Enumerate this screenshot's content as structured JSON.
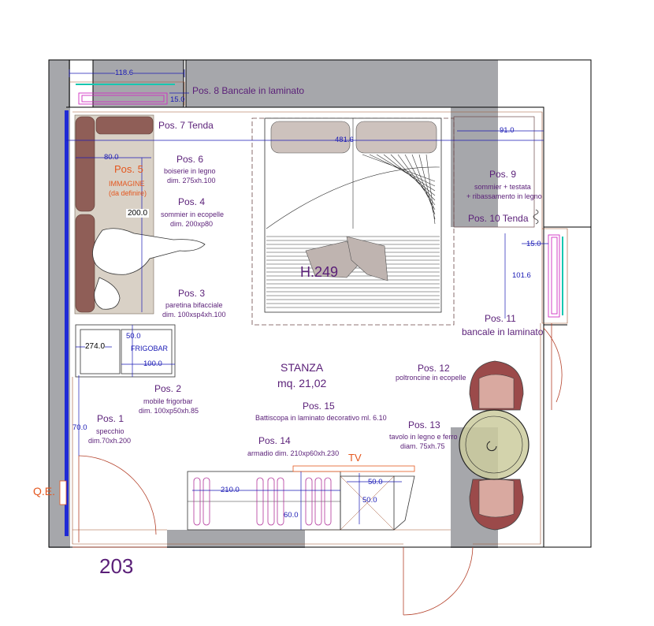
{
  "plan": {
    "room_number": "203",
    "room_name": "STANZA",
    "room_area": "mq. 21,02",
    "ceiling_height": "H.249",
    "qe": "Q.E.",
    "tv": "TV",
    "immagine": "IMMAGINE",
    "immagine_note": "(da definire)",
    "pos5": "Pos. 5",
    "frigobar": "FRIGOBAR"
  },
  "positions": {
    "p1": {
      "title": "Pos. 1",
      "line1": "specchio",
      "line2": "dim.70xh.200"
    },
    "p2": {
      "title": "Pos. 2",
      "line1": "mobile frigorbar",
      "line2": "dim. 100xp50xh.85"
    },
    "p3": {
      "title": "Pos. 3",
      "line1": "paretina bifacciale",
      "line2": "dim. 100xsp4xh.100"
    },
    "p4": {
      "title": "Pos. 4",
      "line1": "sommier in ecopelle",
      "line2": "dim. 200xp80"
    },
    "p6": {
      "title": "Pos. 6",
      "line1": "boiserie in legno",
      "line2": "dim. 275xh.100"
    },
    "p7": {
      "title": "Pos. 7 Tenda"
    },
    "p8": {
      "title": "Pos. 8 Bancale in laminato"
    },
    "p9": {
      "title": "Pos. 9",
      "line1": "sommier + testata",
      "line2": "+ ribassamento in legno"
    },
    "p10": {
      "title": "Pos. 10 Tenda"
    },
    "p11": {
      "title": "Pos. 11",
      "line1": "bancale in laminato"
    },
    "p12": {
      "title": "Pos. 12",
      "line1": "poltroncine in ecopelle"
    },
    "p13": {
      "title": "Pos. 13",
      "line1": "tavolo in legno e ferro",
      "line2": "diam. 75xh.75"
    },
    "p14": {
      "title": "Pos. 14",
      "line1": "armadio dim. 210xp60xh.230"
    },
    "p15": {
      "title": "Pos. 15",
      "line1": "Battiscopa in laminato decorativo ml. 6.10"
    }
  },
  "dimensions": {
    "d118": "118.6",
    "d15a": "15.0",
    "d481": "481.6",
    "d91": "91.0",
    "d80": "80.0",
    "d200": "200.0",
    "d15b": "15.0",
    "d101": "101.6",
    "d274": "274.0",
    "d50a": "50.0",
    "d100": "100.0",
    "d70": "70.0",
    "d210": "210.0",
    "d60": "60.0",
    "d50b": "50.0",
    "d50c": "50.0"
  }
}
